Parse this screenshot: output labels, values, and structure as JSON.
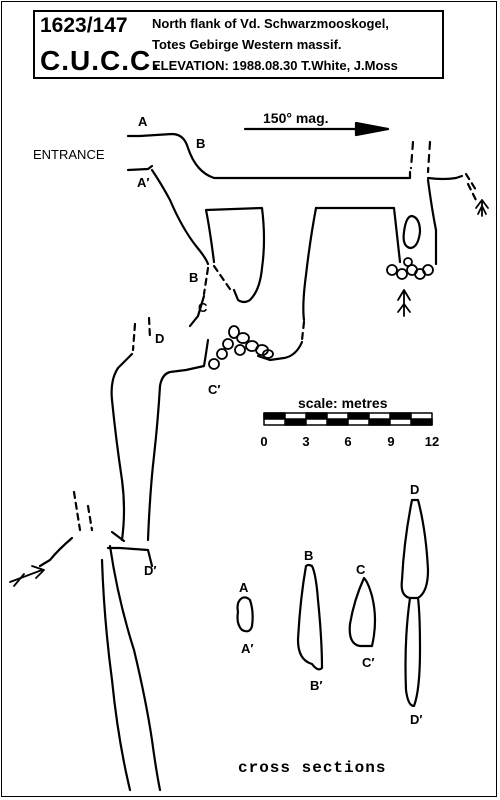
{
  "header": {
    "survey_id": "1623/147",
    "club": "C.U.C.C.",
    "line1": "North flank of Vd. Schwarzmooskogel,",
    "line2": "Totes Gebirge Western massif.",
    "line3": "ELEVATION: 1988.08.30 T.White, J.Moss"
  },
  "plan": {
    "entrance_label": "ENTRANCE",
    "bearing_label": "150° mag."
  },
  "section_labels": {
    "A": "A",
    "A_prime": "A′",
    "B": "B",
    "B_prime": "B′",
    "C": "C",
    "C_prime": "C′",
    "D": "D",
    "D_prime": "D′"
  },
  "scale": {
    "title": "scale: metres",
    "ticks": [
      "0",
      "3",
      "6",
      "9",
      "12"
    ]
  },
  "cross_sections": {
    "title": "cross sections",
    "items": [
      {
        "top": "A",
        "bottom": "A′"
      },
      {
        "top": "B",
        "bottom": "B′"
      },
      {
        "top": "C",
        "bottom": "C′"
      },
      {
        "top": "D",
        "bottom": "D′"
      }
    ]
  }
}
